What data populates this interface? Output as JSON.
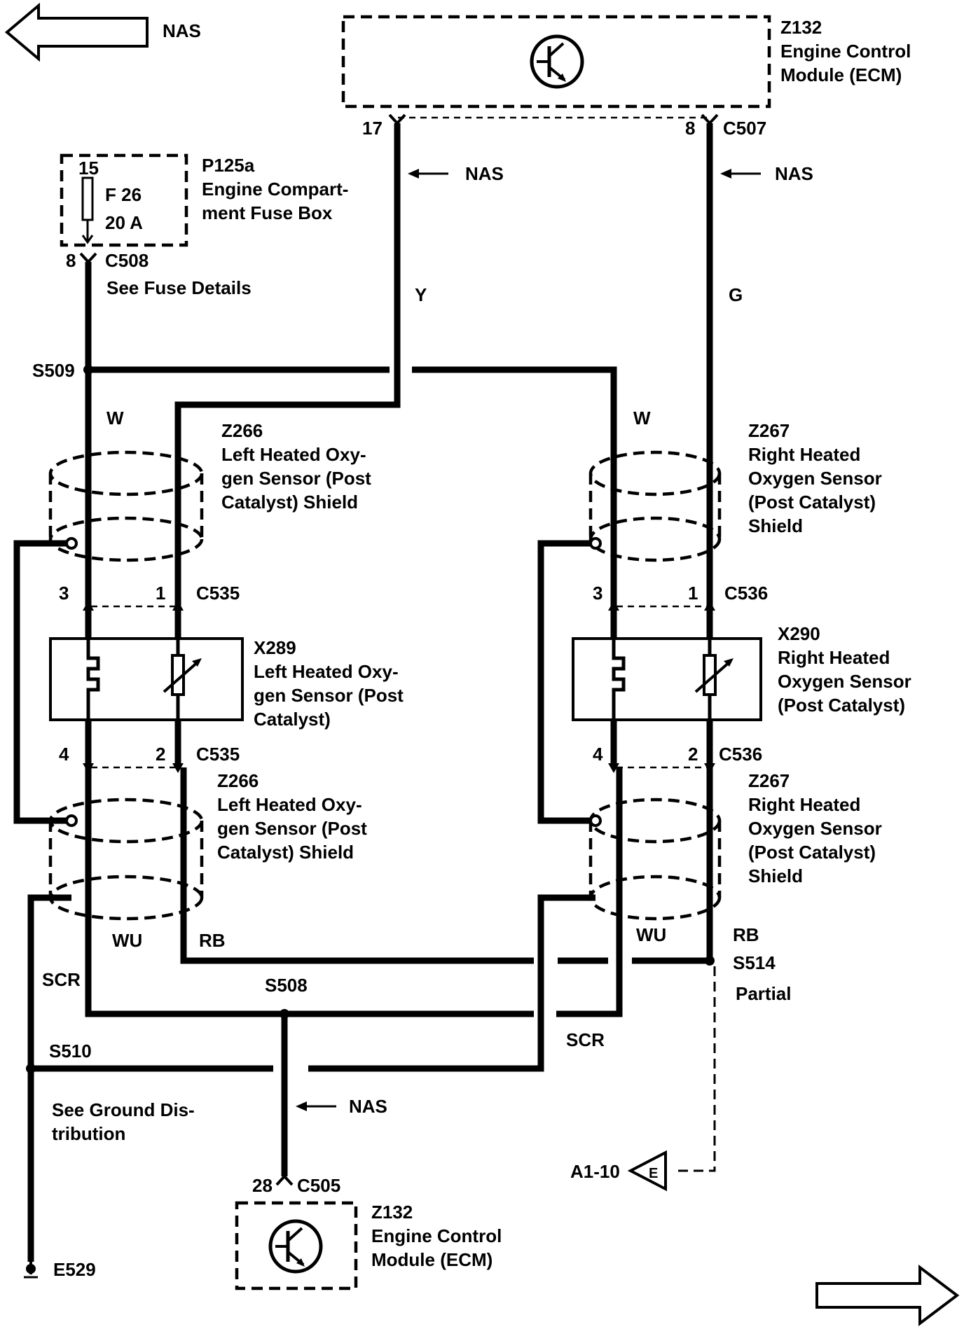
{
  "nav": {
    "prev_label": "NAS"
  },
  "ecm_top": {
    "id": "Z132",
    "line1": "Engine Control",
    "line2": "Module (ECM)",
    "pin_left": "17",
    "pin_right": "8",
    "connector": "C507"
  },
  "fuse_box": {
    "id": "P125a",
    "line1": "Engine Compart-",
    "line2": "ment Fuse Box",
    "cavity": "15",
    "fuse": "F 26",
    "rating": "20 A",
    "pin": "8",
    "connector": "C508",
    "note": "See Fuse Details"
  },
  "wires": {
    "y": "Y",
    "g": "G",
    "w": "W",
    "wu": "WU",
    "rb": "RB",
    "scr": "SCR",
    "nas": "NAS"
  },
  "splices": {
    "s509": "S509",
    "s508": "S508",
    "s510": "S510",
    "s514": "S514",
    "partial": "Partial"
  },
  "left_shield": {
    "id": "Z266",
    "line1": "Left Heated Oxy-",
    "line2": "gen Sensor (Post",
    "line3": "Catalyst) Shield"
  },
  "right_shield": {
    "id": "Z267",
    "line1": "Right Heated",
    "line2": "Oxygen Sensor",
    "line3": "(Post Catalyst)",
    "line4": "Shield"
  },
  "left_sensor": {
    "id": "X289",
    "line1": "Left Heated Oxy-",
    "line2": "gen Sensor (Post",
    "line3": "Catalyst)",
    "connector": "C535",
    "pin3": "3",
    "pin1": "1",
    "pin4": "4",
    "pin2": "2"
  },
  "right_sensor": {
    "id": "X290",
    "line1": "Right Heated",
    "line2": "Oxygen Sensor",
    "line3": "(Post Catalyst)",
    "connector": "C536",
    "pin3": "3",
    "pin1": "1",
    "pin4": "4",
    "pin2": "2"
  },
  "ground": {
    "note1": "See Ground Dis-",
    "note2": "tribution",
    "id": "E529"
  },
  "ecm_bottom": {
    "id": "Z132",
    "line1": "Engine Control",
    "line2": "Module (ECM)",
    "pin": "28",
    "connector": "C505"
  },
  "offpage": {
    "ref": "A1-10",
    "letter": "E"
  }
}
